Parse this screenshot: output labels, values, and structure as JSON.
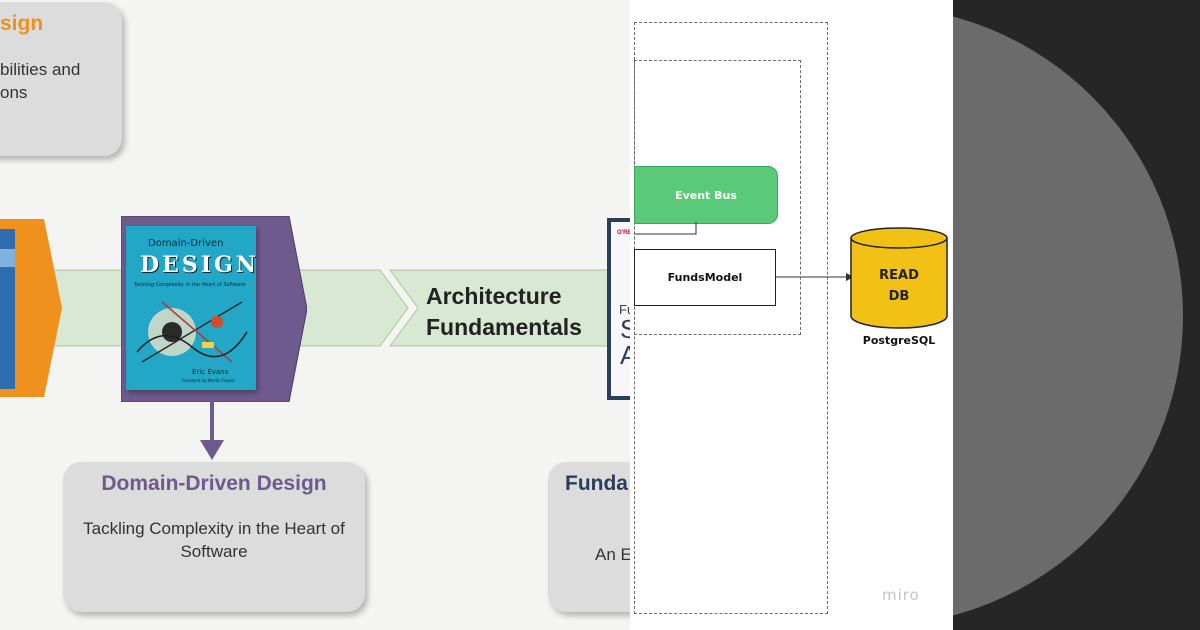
{
  "cards": {
    "top_left": {
      "title": "sign",
      "text": "bilities and\nons"
    },
    "ddd": {
      "title": "Domain-Driven Design",
      "text": "Tackling Complexity in the Heart of\nSoftware"
    },
    "fundamentals": {
      "title": "Funda",
      "text": "An E"
    }
  },
  "arrow_label": "Architecture\nFundamentals",
  "ddd_book": {
    "top": "Domain-Driven",
    "design": "DESIGN",
    "subtitle": "Tackling Complexity in the Heart of Software",
    "author": "Eric Evans",
    "foreword": "Foreword by Martin Fowler"
  },
  "partial_book": {
    "tag": "O'RE",
    "letters": [
      "Fu",
      "S",
      "A"
    ]
  },
  "miro": {
    "event_bus": "Event Bus",
    "funds_model": "FundsModel",
    "db_line1": "READ",
    "db_line2": "DB",
    "db_caption": "PostgreSQL",
    "watermark": "miro"
  },
  "colors": {
    "orange": "#f0901d",
    "purple": "#6e5a8d",
    "book_blue": "#22a7c7",
    "green_arrow": "#d9e8d3",
    "green_node": "#5bc97a",
    "db_yellow": "#f2c116",
    "navy": "#2a3e5c"
  }
}
